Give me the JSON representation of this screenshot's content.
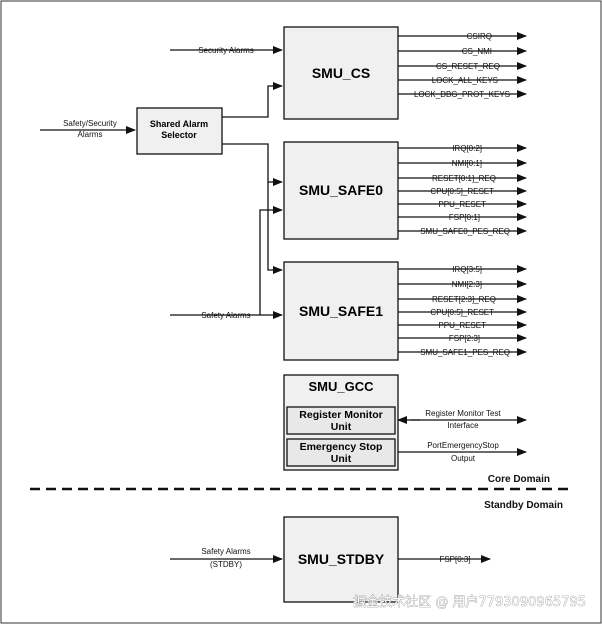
{
  "blocks": {
    "cs": "SMU_CS",
    "safe0": "SMU_SAFE0",
    "safe1": "SMU_SAFE1",
    "gcc": "SMU_GCC",
    "stdby": "SMU_STDBY",
    "selector_line1": "Shared Alarm",
    "selector_line2": "Selector",
    "rmu_line1": "Register Monitor",
    "rmu_line2": "Unit",
    "esu_line1": "Emergency Stop",
    "esu_line2": "Unit"
  },
  "inputs": {
    "safety_security_line1": "Safety/Security",
    "safety_security_line2": "Alarms",
    "security_alarms": "Security Alarms",
    "safety_alarms": "Safety Alarms",
    "stdby_line1": "Safety Alarms",
    "stdby_line2": "(STDBY)"
  },
  "outputs": {
    "cs": [
      "CSIRQ",
      "CS_NMI",
      "CS_RESET_REQ",
      "LOCK_ALL_KEYS",
      "LOCK_DBG_PROT_KEYS"
    ],
    "safe0": [
      "IRQ[0:2]",
      "NMI[0:1]",
      "RESET[0:1]_REQ",
      "CPU[0:5]_RESET",
      "PPU_RESET",
      "FSP[0:1]",
      "SMU_SAFE0_PES_REQ"
    ],
    "safe1": [
      "IRQ[3:5]",
      "NMI[2:3]",
      "RESET[2:3]_REQ",
      "CPU[0:5]_RESET",
      "PPU_RESET",
      "FSP[2:3]",
      "SMU_SAFE1_PES_REQ"
    ],
    "rmu_line1": "Register Monitor Test",
    "rmu_line2": "Interface",
    "esu_line1": "PortEmergencyStop",
    "esu_line2": "Output",
    "stdby": "FSP[0:3]"
  },
  "domains": {
    "core": "Core Domain",
    "standby": "Standby Domain"
  },
  "watermark": "掘金技术社区 @ 用户7793090965795"
}
